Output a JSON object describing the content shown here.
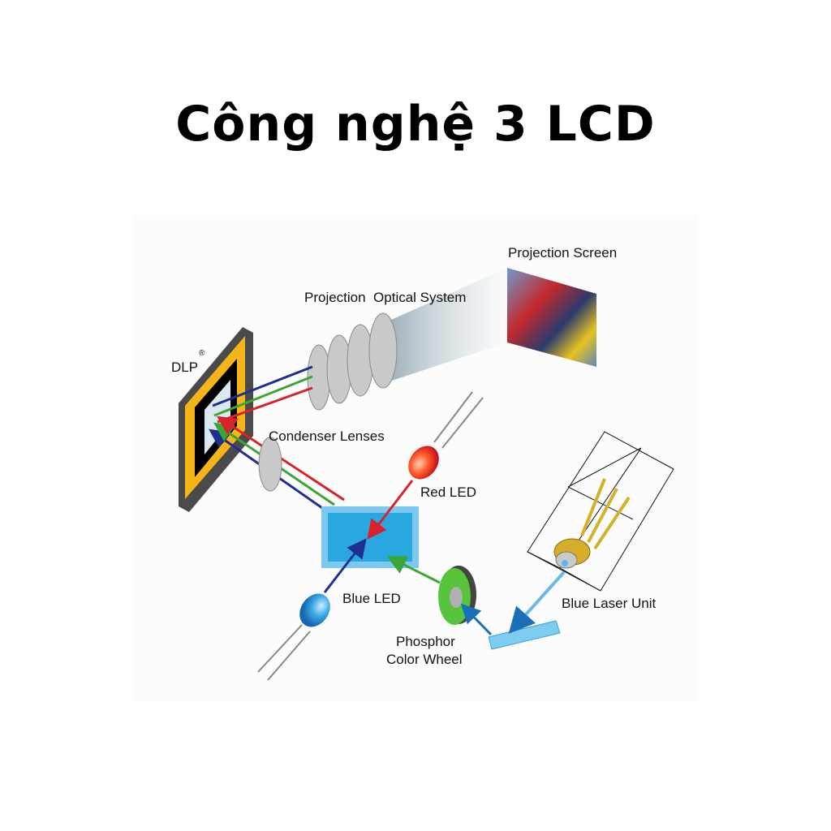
{
  "title": "Công nghệ 3 LCD",
  "labels": {
    "projection_screen": "Projection Screen",
    "projection_optical_system": "Projection  Optical System",
    "dlp": "DLP",
    "registered": "®",
    "condenser_lenses": "Condenser Lenses",
    "red_led": "Red LED",
    "blue_led": "Blue LED",
    "blue_laser_unit": "Blue Laser Unit",
    "phosphor_line1": "Phosphor",
    "phosphor_line2": "Color Wheel"
  },
  "colors": {
    "red_ray": "#d8232a",
    "green_ray": "#3aa635",
    "blue_ray": "#1f2f8f",
    "prism": "#29a8e0",
    "dlp_frame": "#f5b417"
  }
}
